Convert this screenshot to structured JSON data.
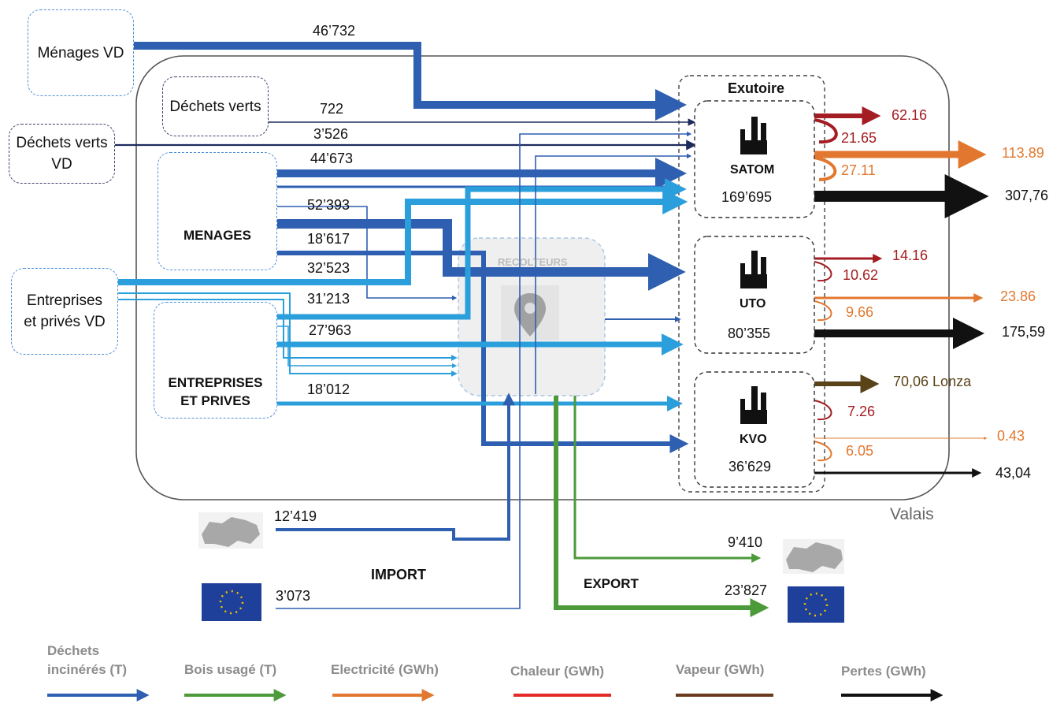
{
  "region_label": "Valais",
  "exutoire_title": "Exutoire",
  "sources": {
    "menages_vd": "Ménages VD",
    "dechets_verts": "Déchets verts",
    "dechets_verts_vd": "Déchets verts\nVD",
    "menages": "MENAGES",
    "entreprises_vd": "Entreprises\net privés VD",
    "entreprises": "ENTREPRISES\nET PRIVES",
    "recolteurs": "RECOLTEURS"
  },
  "flows": {
    "menages_vd": "46’732",
    "dechets_verts": "722",
    "dechets_verts_vd": "3’526",
    "menages_satom": "44’673",
    "menages_52393": "52’393",
    "menages_18617": "18’617",
    "menages_32523": "32’523",
    "ent_31213": "31’213",
    "ent_27963": "27’963",
    "ent_18012": "18’012",
    "import_ch": "12’419",
    "import_eu": "3’073",
    "export_ch": "9’410",
    "export_eu": "23’827"
  },
  "plants": [
    {
      "name": "SATOM",
      "value": "169’695",
      "heat_out": "62.16",
      "heat_back": "21.65",
      "elec_out": "113.89",
      "elec_back": "27.11",
      "loss": "307,76"
    },
    {
      "name": "UTO",
      "value": "80’355",
      "heat_out": "14.16",
      "heat_back": "10.62",
      "elec_out": "23.86",
      "elec_back": "9.66",
      "loss": "175,59"
    },
    {
      "name": "KVO",
      "value": "36’629",
      "steam_out": "70,06 Lonza",
      "heat_back": "7.26",
      "elec_out": "0.43",
      "elec_back": "6.05",
      "loss": "43,04"
    }
  ],
  "import_label": "IMPORT",
  "export_label": "EXPORT",
  "legend": [
    {
      "label": "Déchets\nincinérés (T)",
      "color": "#2e5fb0"
    },
    {
      "label": "Bois usagé (T)",
      "color": "#4c9a3a"
    },
    {
      "label": "Electricité (GWh)",
      "color": "#e2782f"
    },
    {
      "label": "Chaleur (GWh)",
      "color": "#e42a26"
    },
    {
      "label": "Vapeur (GWh)",
      "color": "#6b3a1c"
    },
    {
      "label": "Pertes (GWh)",
      "color": "#111111"
    }
  ],
  "colors": {
    "waste_dark": "#2e5fb0",
    "waste_light": "#2a9fdc",
    "navy": "#1d2a5e",
    "wood": "#4c9a3a",
    "elec": "#e2782f",
    "heat": "#a41d22",
    "steam": "#5a4318",
    "loss": "#111111"
  }
}
